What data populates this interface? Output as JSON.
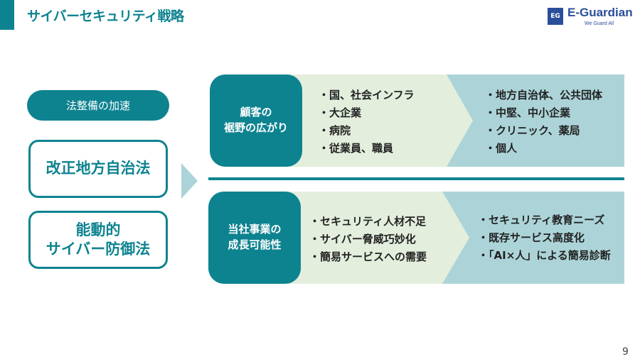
{
  "header": {
    "title": "サイバーセキュリティ戦略",
    "logo_mark": "EG",
    "logo_text": "E-Guardian",
    "logo_tagline": "We Guard All"
  },
  "left": {
    "pill": "法整備の加速",
    "box1": "改正地方自治法",
    "box2_line1": "能動的",
    "box2_line2": "サイバー防御法"
  },
  "top": {
    "label_line1": "顧客の",
    "label_line2": "裾野の広がり",
    "current": [
      "・国、社会インフラ",
      "・大企業",
      "・病院",
      "・従業員、職員"
    ],
    "future": [
      "・地方自治体、公共団体",
      "・中堅、中小企業",
      "・クリニック、薬局",
      "・個人"
    ]
  },
  "bottom": {
    "label_line1": "当社事業の",
    "label_line2": "成長可能性",
    "current": [
      "・セキュリティ人材不足",
      "・サイバー脅威巧妙化",
      "・簡易サービスへの需要"
    ],
    "future": [
      "・セキュリティ教育ニーズ",
      "・既存サービス高度化",
      "・「AI×人」による簡易診断"
    ]
  },
  "page_number": "9",
  "colors": {
    "teal": "#0e8390",
    "green": "#e3eedd",
    "blue": "#acd4d8"
  }
}
